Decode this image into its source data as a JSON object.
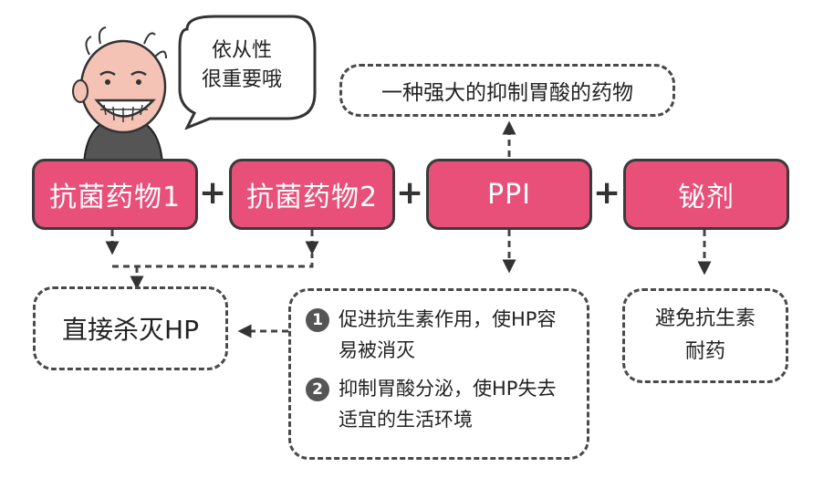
{
  "speech_bubble": {
    "line1": "依从性",
    "line2": "很重要哦"
  },
  "drugs": {
    "antibiotic1": "抗菌药物1",
    "antibiotic2": "抗菌药物2",
    "ppi": "PPI",
    "bismuth": "铋剂"
  },
  "plus_symbol": "+",
  "ppi_description": "一种强大的抑制胃酸的药物",
  "direct_kill": "直接杀灭HP",
  "mechanisms": [
    {
      "number": "1",
      "text": "促进抗生素作用，使HP容易被消灭"
    },
    {
      "number": "2",
      "text": "抑制胃酸分泌，使HP失去适宜的生活环境"
    }
  ],
  "bismuth_effect": {
    "line1": "避免抗生素",
    "line2": "耐药"
  },
  "colors": {
    "pink": "#e8507a",
    "outline": "#3a3a3a",
    "dash": "#4a4a4a"
  }
}
